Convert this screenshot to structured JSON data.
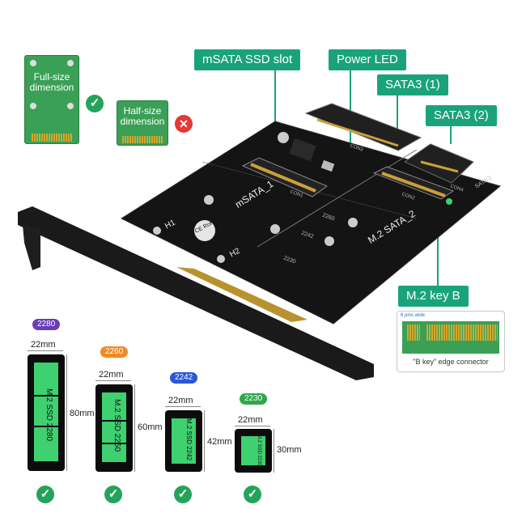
{
  "callouts": {
    "msata_slot": "mSATA SSD slot",
    "power_led": "Power LED",
    "sata3_1": "SATA3  (1)",
    "sata3_2": "SATA3  (2)",
    "m2_key_b": "M.2 key B"
  },
  "msata_sizes": {
    "full": {
      "line1": "Full-size",
      "line2": "dimension",
      "status": "supported"
    },
    "half": {
      "line1": "Half-size",
      "line2": "dimension",
      "status": "not supported"
    }
  },
  "board": {
    "msata_label": "mSATA_1",
    "m2_label": "M.2 SATA_2",
    "h1": "H1",
    "h2": "H2",
    "con1": "CON1",
    "con2": "CON2",
    "con3": "CON3",
    "con4": "CON4",
    "sata2": "SATA 2",
    "pos_2230": "2230",
    "pos_2242": "2242",
    "pos_2260": "2260",
    "cert": "CE RoHS"
  },
  "key_b_panel": {
    "pins_label": "6 pins wide",
    "caption": "\"B key\"  edge connector"
  },
  "ssds": [
    {
      "badge": "2280",
      "badge_color": "#6a3db8",
      "width_label": "22mm",
      "length_label": "80mm",
      "text": "M.2 SSD 2280"
    },
    {
      "badge": "2260",
      "badge_color": "#f08a24",
      "width_label": "22mm",
      "length_label": "60mm",
      "text": "M.2 SSD 2260"
    },
    {
      "badge": "2242",
      "badge_color": "#2a56d8",
      "width_label": "22mm",
      "length_label": "42mm",
      "text": "M.2 SSD 2242"
    },
    {
      "badge": "2230",
      "badge_color": "#2ea84a",
      "width_label": "22mm",
      "length_label": "30mm",
      "text": "M.2 SSD 2230"
    }
  ]
}
